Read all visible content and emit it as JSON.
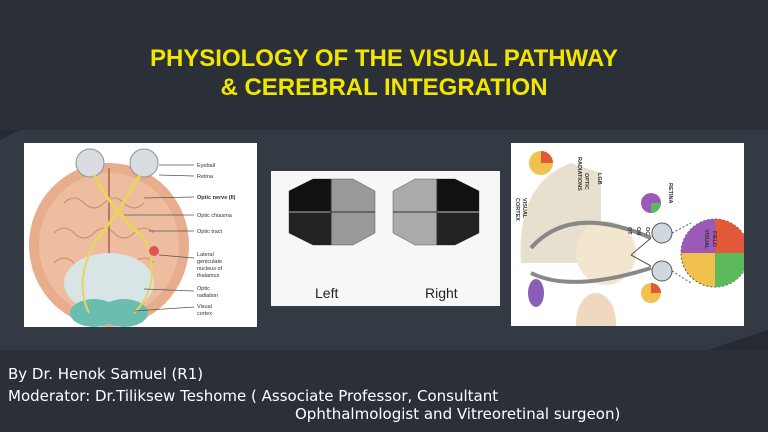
{
  "slide": {
    "title_line1": "PHYSIOLOGY OF THE VISUAL PATHWAY",
    "title_line2": "& CEREBRAL INTEGRATION",
    "author": "By Dr. Henok Samuel (R1)",
    "moderator_line1": "Moderator: Dr.Tiliksew Teshome ( Associate Professor, Consultant",
    "moderator_line2": "Ophthalmologist and Vitreoretinal surgeon)"
  },
  "figure1": {
    "labels": [
      "Eyeball",
      "Retina",
      "Optic nerve (II)",
      "Optic chiasma",
      "Optic tract",
      "Lateral",
      "geniculate",
      "nucleus of",
      "thalamus",
      "Optic",
      "radiation",
      "Visual",
      "cortex"
    ]
  },
  "figure2": {
    "left_label": "Left",
    "right_label": "Right"
  },
  "figure3": {
    "labels": [
      "OPTIC",
      "RADIATIONS",
      "LGB",
      "VISUAL",
      "CORTEX",
      "OT",
      "ON",
      "OC",
      "RETINA",
      "VISUAL",
      "FIELD"
    ]
  },
  "colors": {
    "background": "#2a2f38",
    "title": "#f2e600",
    "text": "#ffffff"
  }
}
